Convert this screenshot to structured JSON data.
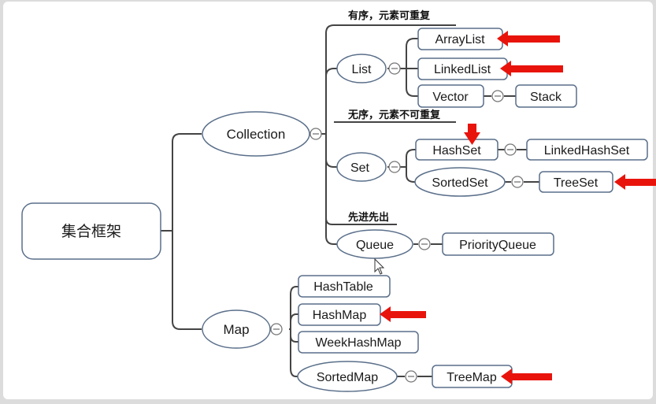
{
  "root": {
    "label": "集合框架"
  },
  "collection": {
    "label": "Collection",
    "list": {
      "label": "List",
      "note": "有序，元素可重复",
      "children": [
        "ArrayList",
        "LinkedList",
        "Vector"
      ],
      "vector_child": "Stack"
    },
    "set": {
      "label": "Set",
      "note": "无序，元素不可重复",
      "hashset": "HashSet",
      "hashset_child": "LinkedHashSet",
      "sortedset": "SortedSet",
      "sortedset_child": "TreeSet"
    },
    "queue": {
      "label": "Queue",
      "note": "先进先出",
      "child": "PriorityQueue"
    }
  },
  "map": {
    "label": "Map",
    "children": [
      "HashTable",
      "HashMap",
      "WeekHashMap"
    ],
    "sortedmap": "SortedMap",
    "sortedmap_child": "TreeMap"
  },
  "colors": {
    "node_border": "#5a6f8a",
    "connector": "#444444",
    "ellipse_fill": "#ffffff",
    "arrow": "#e8140c"
  },
  "highlights": [
    "ArrayList",
    "LinkedList",
    "HashSet",
    "TreeSet",
    "HashMap",
    "TreeMap"
  ]
}
